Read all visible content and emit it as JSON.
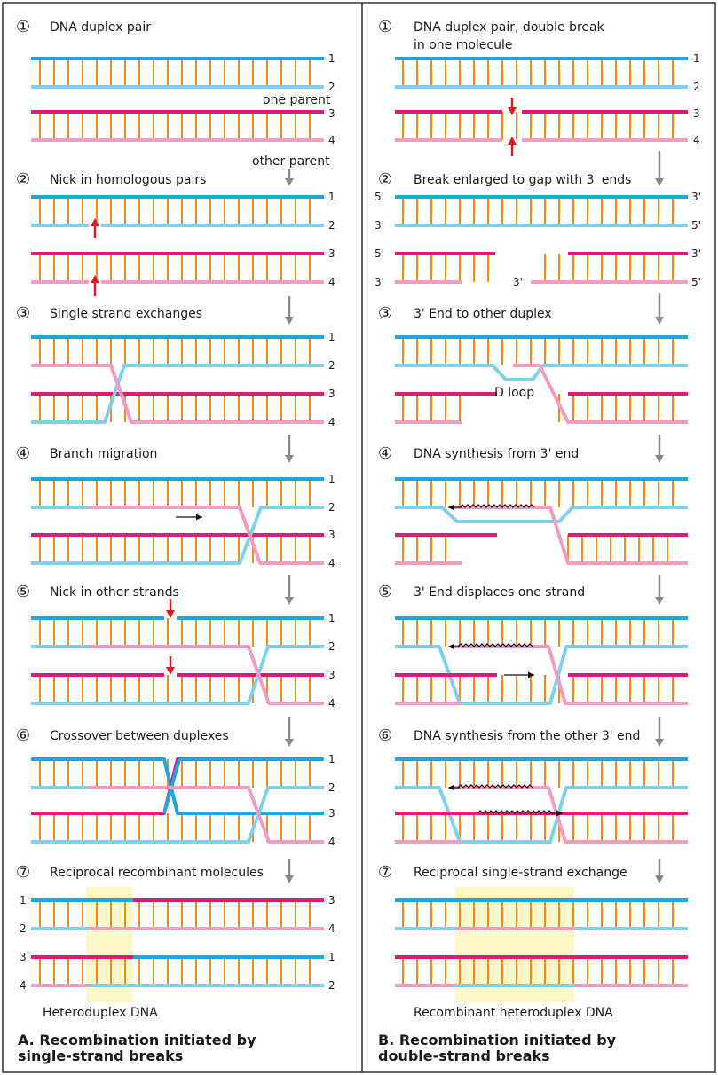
{
  "colors": {
    "strand1": "#1ea6e0",
    "strand2": "#7fd0ec",
    "strand3": "#e0197a",
    "strand4": "#f29bc3",
    "base_rung": "#f28c16",
    "nick_arrow": "#d81f26",
    "flow_arrow": "#8a8a8a",
    "heteroduplex_highlight": "#fdf6c8",
    "frame": "#333333"
  },
  "panel_a": {
    "steps": [
      {
        "num": "①",
        "title": "DNA duplex pair"
      },
      {
        "num": "②",
        "title": "Nick in homologous pairs"
      },
      {
        "num": "③",
        "title": "Single strand exchanges"
      },
      {
        "num": "④",
        "title": "Branch migration"
      },
      {
        "num": "⑤",
        "title": "Nick in other strands"
      },
      {
        "num": "⑥",
        "title": "Crossover between duplexes"
      },
      {
        "num": "⑦",
        "title": "Reciprocal recombinant molecules"
      }
    ],
    "one_parent": "one parent",
    "other_parent": "other parent",
    "heteroduplex_label": "Heteroduplex DNA",
    "caption": "A. Recombination initiated by\n    single-strand breaks"
  },
  "panel_b": {
    "steps": [
      {
        "num": "①",
        "title": "DNA duplex pair, double break\nin one molecule"
      },
      {
        "num": "②",
        "title": "Break enlarged to gap with 3' ends"
      },
      {
        "num": "③",
        "title": "3' End to other duplex"
      },
      {
        "num": "④",
        "title": "DNA synthesis from 3' end"
      },
      {
        "num": "⑤",
        "title": "3' End displaces one strand"
      },
      {
        "num": "⑥",
        "title": "DNA synthesis from the other 3' end"
      },
      {
        "num": "⑦",
        "title": "Reciprocal single-strand exchange"
      }
    ],
    "d_loop_label": "D loop",
    "heteroduplex_label": "Recombinant heteroduplex DNA",
    "caption": "B. Recombination initiated by\n    double-strand breaks"
  },
  "strand_numbers": [
    "1",
    "2",
    "3",
    "4"
  ],
  "end_labels": {
    "five_prime": "5'",
    "three_prime": "3'"
  }
}
